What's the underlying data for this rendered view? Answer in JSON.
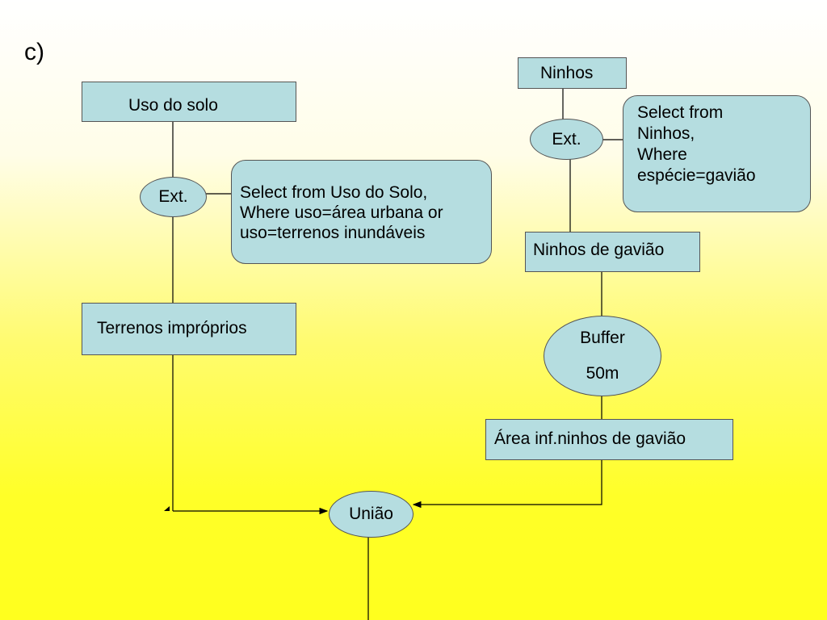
{
  "slide_label": "c)",
  "nodes": {
    "uso_do_solo": "Uso do solo",
    "ext_left": "Ext.",
    "callout_left": [
      "Select from Uso do Solo,",
      "Where uso=área urbana or",
      "uso=terrenos inundáveis"
    ],
    "terrenos_improprios": "Terrenos impróprios",
    "ninhos": "Ninhos",
    "ext_right": "Ext.",
    "callout_right": [
      "Select from",
      "Ninhos,",
      "Where",
      "espécie=gavião"
    ],
    "ninhos_de_gaviao": "Ninhos de gavião",
    "buffer_title": "Buffer",
    "buffer_distance": "50m",
    "area_inf": "Área inf.ninhos de gavião",
    "uniao": "União"
  },
  "colors": {
    "node_fill": "#b5dde0",
    "node_border": "#555555",
    "connector": "#000000"
  }
}
